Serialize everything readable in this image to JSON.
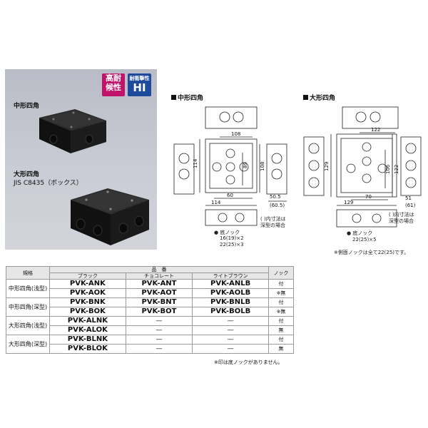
{
  "panel": {
    "badge_weather": "高耐候性",
    "badge_impact_small": "耐衝撃性",
    "badge_impact_big": "HI",
    "label_medium": "中形四角",
    "label_large": "大形四角",
    "label_jis": "JIS C8435（ボックス）"
  },
  "drawings": {
    "medium": {
      "title": "中形四角",
      "dims": {
        "w108": "108",
        "h114": "114",
        "h89": "89",
        "h108": "108",
        "w60": "60",
        "w114": "114",
        "d505": "50.5",
        "d605": "(60.5)"
      },
      "note1": "(  )内寸法は",
      "note2": "深型の場合",
      "knock_label": "底ノック",
      "knock1": "16(19)×2",
      "knock2": "22(25)×3"
    },
    "large": {
      "title": "大形四角",
      "dims": {
        "w122": "122",
        "h129": "129",
        "h106": "106",
        "h122": "122",
        "w70": "70",
        "w129": "129",
        "d51": "51",
        "d61": "(61)"
      },
      "note1": "(  )内寸法は",
      "note2": "深型の場合",
      "knock_label": "底ノック",
      "knock1": "22(25)×5"
    },
    "side_note": "※側面ノックは全て22(25)です。"
  },
  "table": {
    "headers": {
      "spec": "規格",
      "product_no": "品　番",
      "black": "ブラック",
      "chocolate": "チョコレート",
      "lightbrown": "ライトブラウン",
      "knock": "ノック"
    },
    "rows": [
      {
        "spec": "中形四角(浅型)",
        "black": "PVK-ANK",
        "chocolate": "PVK-ANT",
        "lightbrown": "PVK-ANLB",
        "knock": "付"
      },
      {
        "spec": "",
        "black": "PVK-AOK",
        "chocolate": "PVK-AOT",
        "lightbrown": "PVK-AOLB",
        "knock": "※無"
      },
      {
        "spec": "中形四角(深型)",
        "black": "PVK-BNK",
        "chocolate": "PVK-BNT",
        "lightbrown": "PVK-BNLB",
        "knock": "付"
      },
      {
        "spec": "",
        "black": "PVK-BOK",
        "chocolate": "PVK-BOT",
        "lightbrown": "PVK-BOLB",
        "knock": "※無"
      },
      {
        "spec": "大形四角(浅型)",
        "black": "PVK-ALNK",
        "chocolate": "—",
        "lightbrown": "—",
        "knock": "付"
      },
      {
        "spec": "",
        "black": "PVK-ALOK",
        "chocolate": "—",
        "lightbrown": "—",
        "knock": "無"
      },
      {
        "spec": "大形四角(深型)",
        "black": "PVK-BLNK",
        "chocolate": "—",
        "lightbrown": "—",
        "knock": "付"
      },
      {
        "spec": "",
        "black": "PVK-BLOK",
        "chocolate": "—",
        "lightbrown": "—",
        "knock": "無"
      }
    ],
    "footnote": "※印は底ノックがありません。"
  }
}
